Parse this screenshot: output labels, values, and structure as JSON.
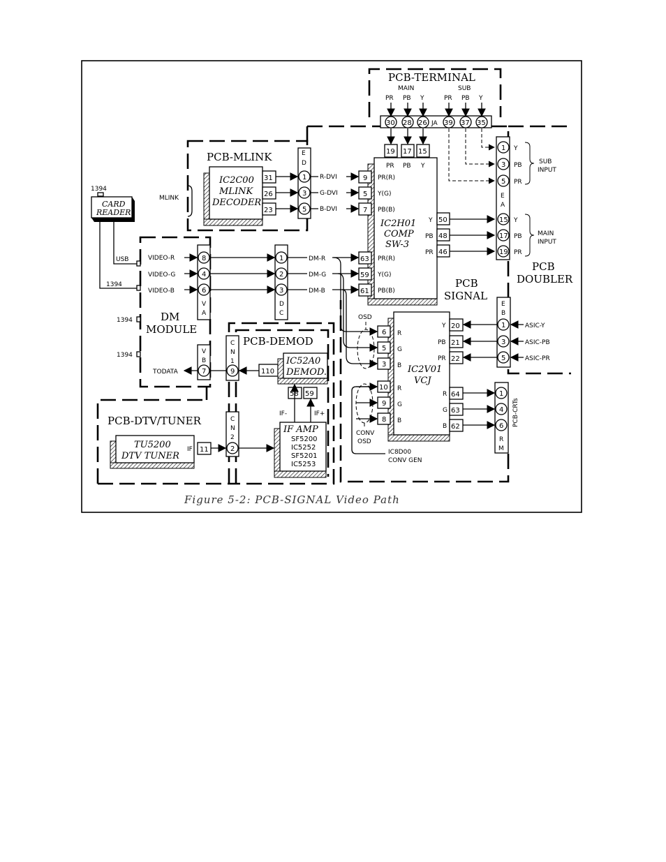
{
  "caption": "Figure 5-2: PCB-SIGNAL Video Path",
  "sections": {
    "terminal": "PCB-TERMINAL",
    "mlink": "PCB-MLINK",
    "demod": "PCB-DEMOD",
    "dtv": "PCB-DTV/TUNER",
    "signal_1": "PCB",
    "signal_2": "SIGNAL",
    "doubler_1": "PCB",
    "doubler_2": "DOUBLER",
    "dm_1": "DM",
    "dm_2": "MODULE"
  },
  "terminal": {
    "main": "MAIN",
    "sub": "SUB",
    "pins": [
      "30",
      "28",
      "26",
      "39",
      "37",
      "35"
    ],
    "ja": "JA",
    "sig_labels": [
      "PR",
      "PB",
      "Y",
      "PR",
      "PB",
      "Y"
    ]
  },
  "chips": {
    "ic2c00": [
      "IC2C00",
      "MLINK",
      "DECODER"
    ],
    "ic2h01": [
      "IC2H01",
      "COMP",
      "SW-3"
    ],
    "ic2v01": [
      "IC2V01",
      "VCJ"
    ],
    "ic52a0": [
      "IC52A0",
      "DEMOD."
    ],
    "ifamp_title": "IF AMP",
    "ifamp_parts": [
      "SF5200",
      "IC5252",
      "SF5201",
      "IC5253"
    ],
    "tu5200": [
      "TU5200",
      "DTV TUNER"
    ],
    "card_reader": [
      "CARD",
      "READER"
    ]
  },
  "labels": {
    "mlink": "MLINK",
    "usb": "USB",
    "p1394": "1394",
    "ed": [
      "E",
      "D"
    ],
    "va": [
      "V",
      "A"
    ],
    "dc": [
      "D",
      "C"
    ],
    "vb": [
      "V",
      "B"
    ],
    "cn1": [
      "C",
      "N",
      "1"
    ],
    "cn2": [
      "C",
      "N",
      "2"
    ],
    "ea": [
      "E",
      "A"
    ],
    "eb": [
      "E",
      "B"
    ],
    "rm": [
      "R",
      "M"
    ],
    "pcb_crts": "PCB-CRTs",
    "sub_input": [
      "SUB",
      "INPUT"
    ],
    "main_input": [
      "MAIN",
      "INPUT"
    ],
    "osd": "OSD",
    "conv_osd": [
      "CONV",
      "OSD"
    ],
    "ic8d00": [
      "IC8D00",
      "CONV GEN"
    ],
    "todata": "TODATA",
    "if": "IF",
    "if_minus": "IF-",
    "if_plus": "IF+",
    "r_dvi": "R-DVI",
    "g_dvi": "G-DVI",
    "b_dvi": "B-DVI",
    "video_r": "VIDEO-R",
    "video_g": "VIDEO-G",
    "video_b": "VIDEO-B",
    "dm_r": "DM-R",
    "dm_g": "DM-G",
    "dm_b": "DM-B",
    "asic_y": "ASIC-Y",
    "asic_pb": "ASIC-PB",
    "asic_pr": "ASIC-PR"
  },
  "pins": {
    "mlink_out": [
      "31",
      "26",
      "23"
    ],
    "ed": [
      "1",
      "3",
      "5"
    ],
    "comp_dvi_in": [
      "9",
      "5",
      "7"
    ],
    "comp_dvi_lbl": [
      "PR(R)",
      "Y(G)",
      "PB(B)"
    ],
    "comp_top": [
      "19",
      "17",
      "15"
    ],
    "comp_top_lbl": [
      "PR",
      "PB",
      "Y"
    ],
    "comp_out": [
      "50",
      "48",
      "46"
    ],
    "comp_out_lbl": [
      "Y",
      "PB",
      "PR"
    ],
    "comp_dm_in": [
      "63",
      "59",
      "61"
    ],
    "comp_dm_lbl": [
      "PR(R)",
      "Y(G)",
      "PB(B)"
    ],
    "ea_sub": [
      "1",
      "3",
      "5"
    ],
    "ea_sub_lbl": [
      "Y",
      "PB",
      "PR"
    ],
    "ea_main": [
      "15",
      "17",
      "19"
    ],
    "ea_main_lbl": [
      "Y",
      "PB",
      "PR"
    ],
    "va": [
      "8",
      "4",
      "6"
    ],
    "dc": [
      "1",
      "2",
      "3"
    ],
    "vb": "7",
    "cn1": "9",
    "demod_out": "110",
    "ifamp_out": [
      "58",
      "59"
    ],
    "tuner_if": "11",
    "cn2": "2",
    "vcj_osd": [
      "6",
      "5",
      "3"
    ],
    "vcj_conv": [
      "10",
      "9",
      "8"
    ],
    "vcj_rgb_lbl": [
      "R",
      "G",
      "B"
    ],
    "vcj_in": [
      "20",
      "21",
      "22"
    ],
    "vcj_in_lbl": [
      "Y",
      "PB",
      "PR"
    ],
    "eb": [
      "1",
      "3",
      "5"
    ],
    "vcj_out": [
      "64",
      "63",
      "62"
    ],
    "vcj_out_lbl": [
      "R",
      "G",
      "B"
    ],
    "rm": [
      "1",
      "4",
      "6"
    ]
  }
}
